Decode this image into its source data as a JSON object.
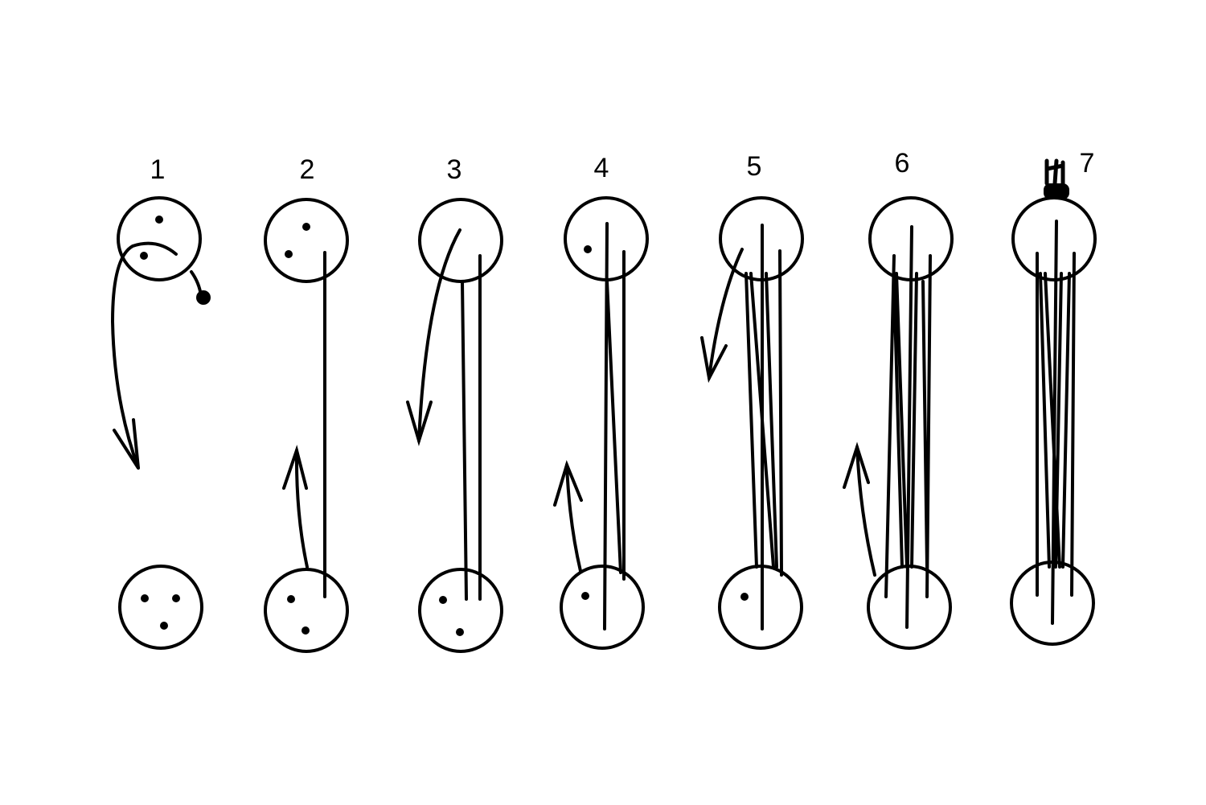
{
  "diagram": {
    "steps": [
      {
        "label": "1"
      },
      {
        "label": "2"
      },
      {
        "label": "3"
      },
      {
        "label": "4"
      },
      {
        "label": "5"
      },
      {
        "label": "6"
      },
      {
        "label": "7"
      }
    ],
    "colors": {
      "ink": "#000000",
      "background": "#ffffff"
    }
  }
}
